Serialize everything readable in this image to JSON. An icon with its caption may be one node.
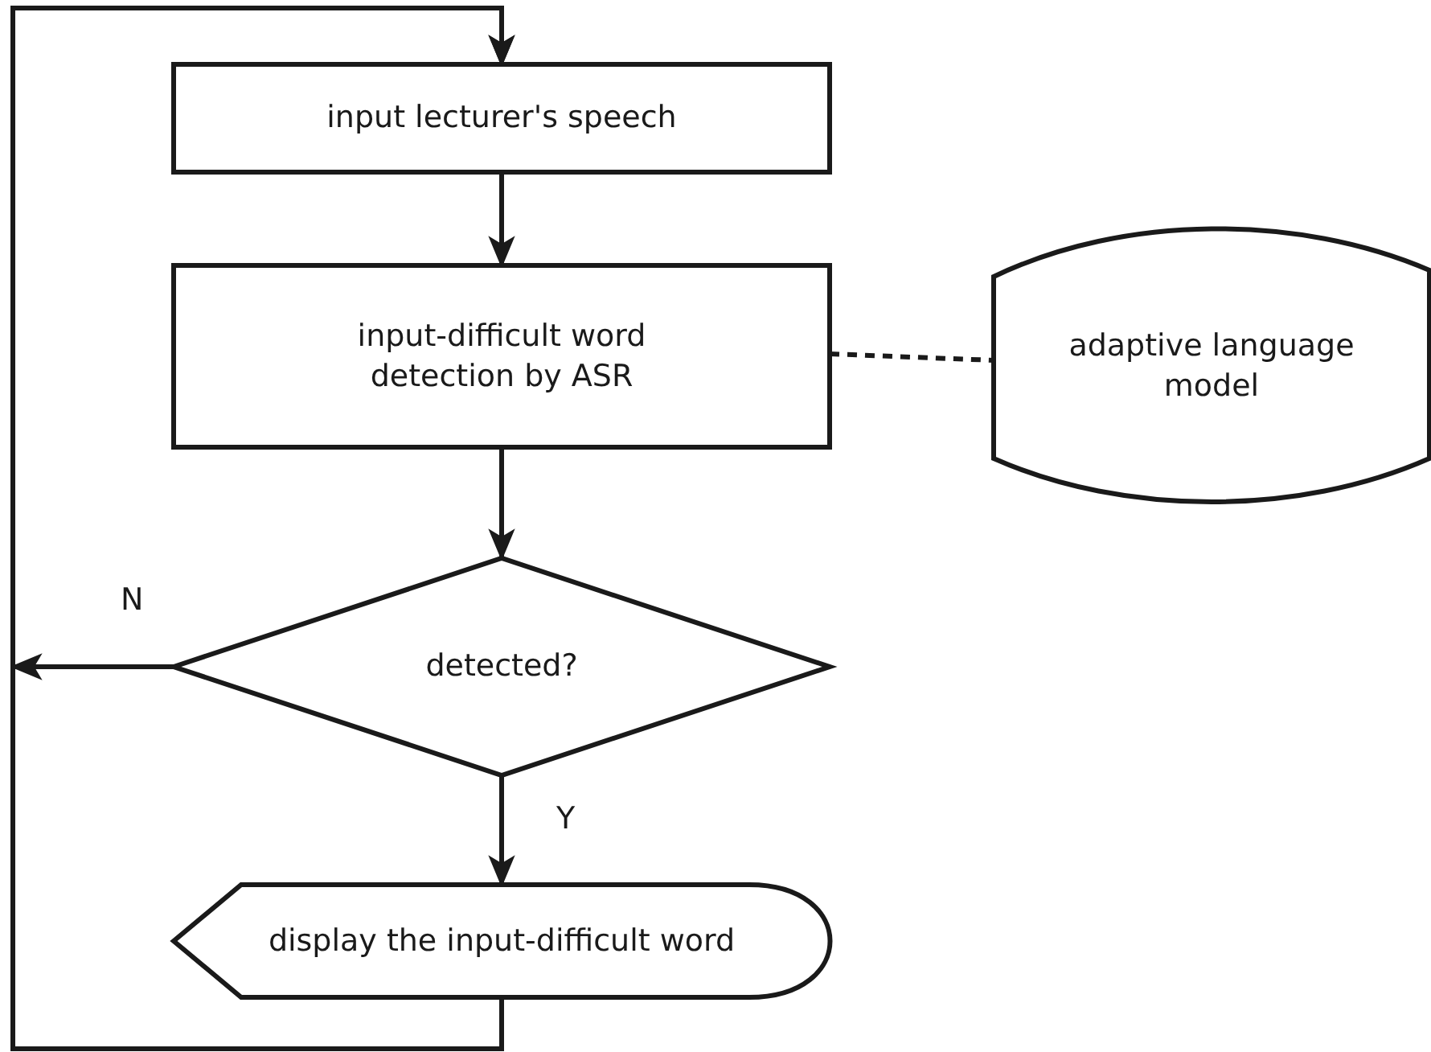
{
  "diagram": {
    "nodes": [
      {
        "text": [
          "input lecturer's speech"
        ]
      },
      {
        "text": [
          "input-difficult word detection by ASR"
        ]
      },
      {
        "text": [
          "adaptive language model"
        ]
      },
      {
        "text": [
          "detected?"
        ]
      },
      {
        "text": [
          "display the input-difficult word"
        ]
      }
    ],
    "edges": [
      {
        "from": 0,
        "to": 1,
        "arrow": "to"
      },
      {
        "from": 1,
        "to": 2,
        "arrow": "none",
        "style": "dashed"
      },
      {
        "from": 1,
        "to": 3,
        "arrow": "to"
      },
      {
        "from": 3,
        "to": 4,
        "arrow": "to",
        "label": "Y"
      },
      {
        "from": 3,
        "to": 0,
        "arrow": "to",
        "label": "N"
      },
      {
        "from": 4,
        "to": 0,
        "arrow": "to"
      }
    ]
  }
}
